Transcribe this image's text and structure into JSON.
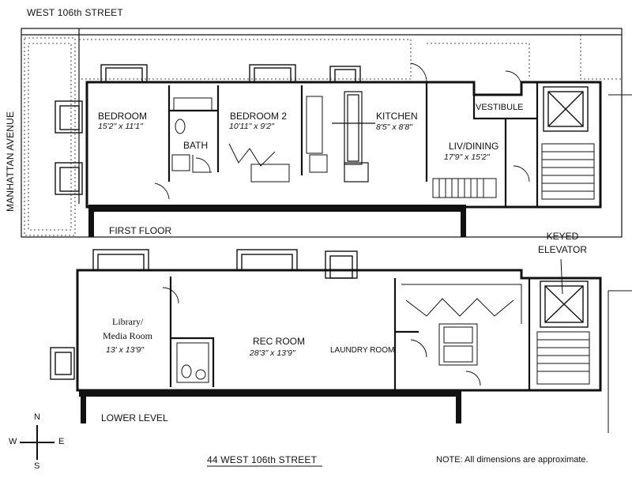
{
  "header": {
    "top_street": "WEST 106th STREET"
  },
  "side": {
    "avenue": "MANHATTAN AVENUE"
  },
  "first_floor": {
    "label": "FIRST FLOOR",
    "bedroom": {
      "name": "BEDROOM",
      "dims": "15'2\" x 11'1\""
    },
    "bath": {
      "name": "BATH"
    },
    "bedroom2": {
      "name": "BEDROOM 2",
      "dims": "10'11\" x 9'2\""
    },
    "kitchen": {
      "name": "KITCHEN",
      "dims": "8'5\" x 8'8\""
    },
    "vestibule": {
      "name": "VESTIBULE"
    },
    "living": {
      "name": "LIV/DINING",
      "dims": "17'9\" x 15'2\""
    }
  },
  "lower_level": {
    "label": "LOWER LEVEL",
    "elevator": {
      "line1": "KEYED",
      "line2": "ELEVATOR"
    },
    "library": {
      "line1": "Library/",
      "line2": "Media Room",
      "dims": "13' x 13'9\""
    },
    "rec_room": {
      "name": "REC ROOM",
      "dims": "28'3\" x 13'9\""
    },
    "laundry": {
      "name": "LAUNDRY ROOM"
    }
  },
  "compass": {
    "n": "N",
    "s": "S",
    "e": "E",
    "w": "W"
  },
  "footer": {
    "address": "44 WEST 106th STREET",
    "note": "NOTE: All dimensions are approximate."
  }
}
